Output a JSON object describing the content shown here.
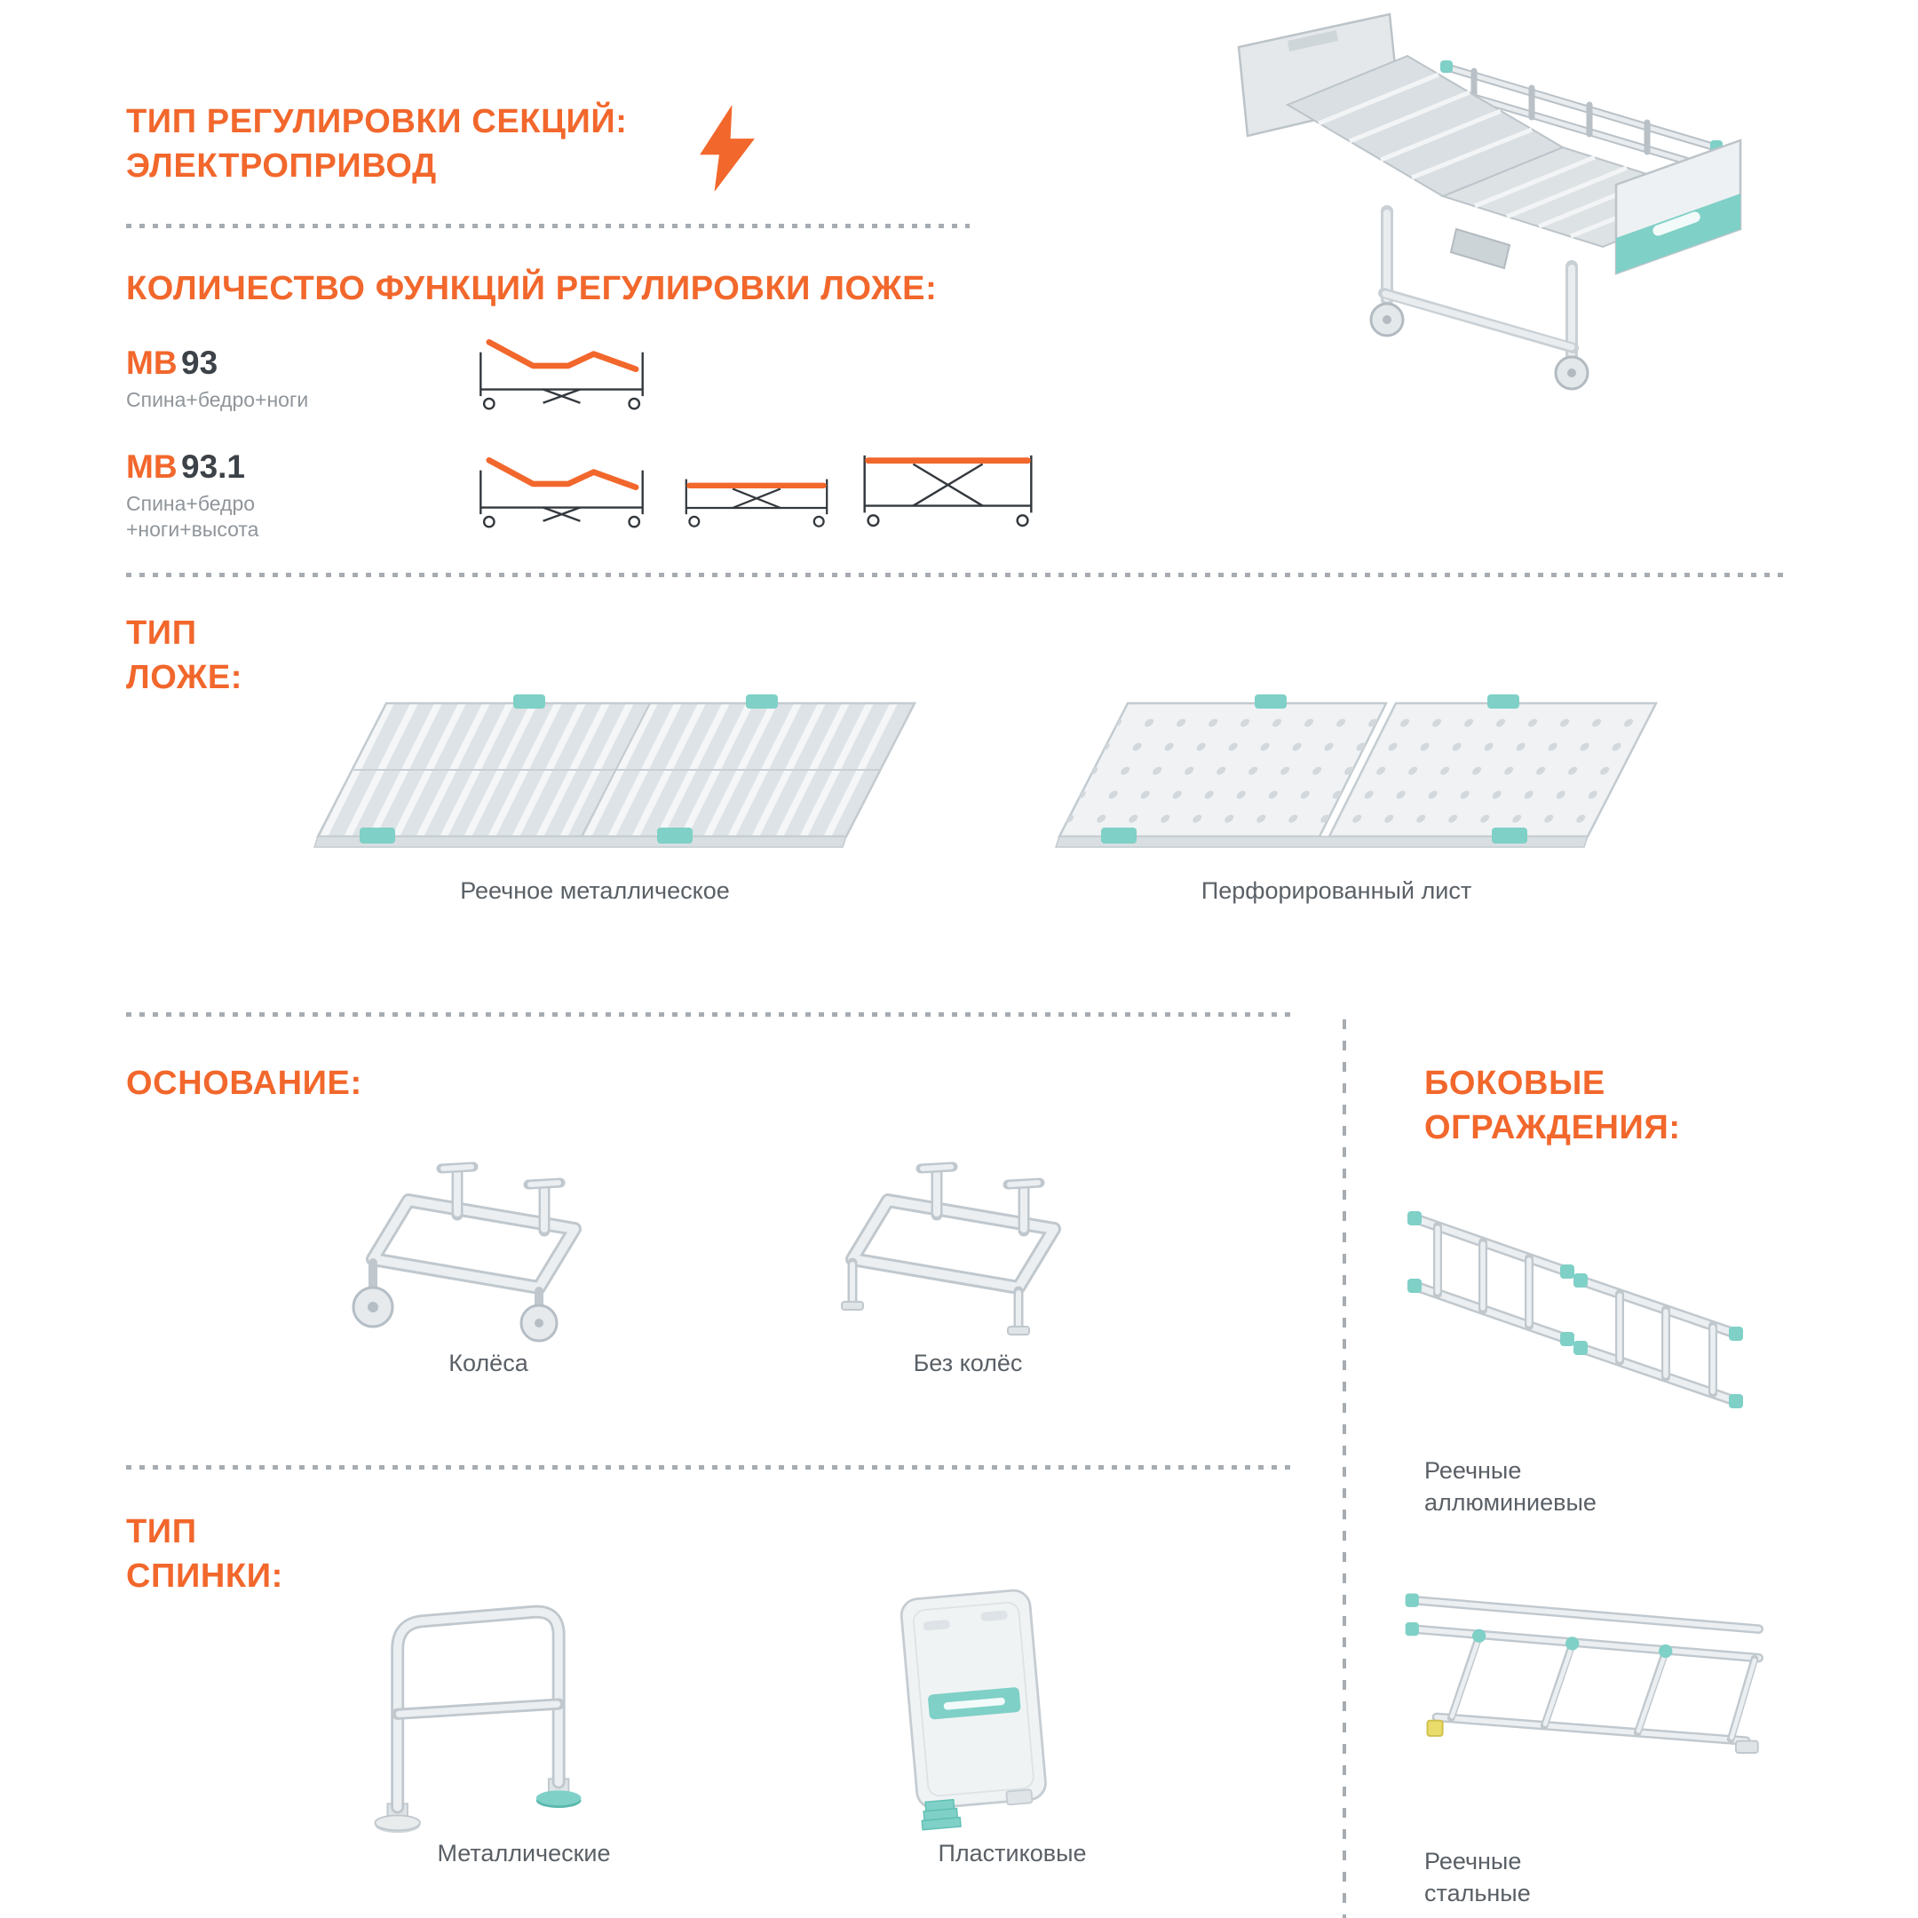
{
  "page": {
    "background": "#ffffff",
    "accent_color": "#f2672c",
    "teal_color": "#7fd0c7"
  },
  "regulation_type": {
    "title_line1": "ТИП РЕГУЛИРОВКИ СЕКЦИЙ:",
    "title_line2": "ЭЛЕКТРОПРИВОД",
    "icon": "lightning-icon"
  },
  "functions_count": {
    "title": "КОЛИЧЕСТВО ФУНКЦИЙ РЕГУЛИРОВКИ ЛОЖЕ:",
    "models": [
      {
        "brand": "МВ",
        "number": "93",
        "subtitle_line1": "Спина+бедро+ноги",
        "subtitle_line2": "",
        "icon": "bed-profile-back-hip-legs"
      },
      {
        "brand": "МВ",
        "number": "93.1",
        "subtitle_line1": "Спина+бедро",
        "subtitle_line2": "+ноги+высота",
        "icon": "bed-profiles-back-hip-legs-height"
      }
    ]
  },
  "bed_platform": {
    "title_line1": "ТИП",
    "title_line2": "ЛОЖЕ:",
    "options": [
      {
        "label": "Реечное металлическое",
        "icon": "slatted-metal-platform"
      },
      {
        "label": "Перфорированный лист",
        "icon": "perforated-sheet-platform"
      }
    ]
  },
  "base": {
    "title": "ОСНОВАНИЕ:",
    "options": [
      {
        "label": "Колёса",
        "icon": "base-with-wheels"
      },
      {
        "label": "Без колёс",
        "icon": "base-without-wheels"
      }
    ]
  },
  "backboard": {
    "title_line1": "ТИП",
    "title_line2": "СПИНКИ:",
    "options": [
      {
        "label": "Металлические",
        "icon": "metal-backboard"
      },
      {
        "label": "Пластиковые",
        "icon": "plastic-backboard"
      }
    ]
  },
  "side_rails": {
    "title_line1": "БОКОВЫЕ",
    "title_line2": "ОГРАЖДЕНИЯ:",
    "options": [
      {
        "label_line1": "Реечные",
        "label_line2": "аллюминиевые",
        "icon": "aluminum-side-rails"
      },
      {
        "label_line1": "Реечные",
        "label_line2": "стальные",
        "icon": "steel-side-rails"
      }
    ]
  }
}
